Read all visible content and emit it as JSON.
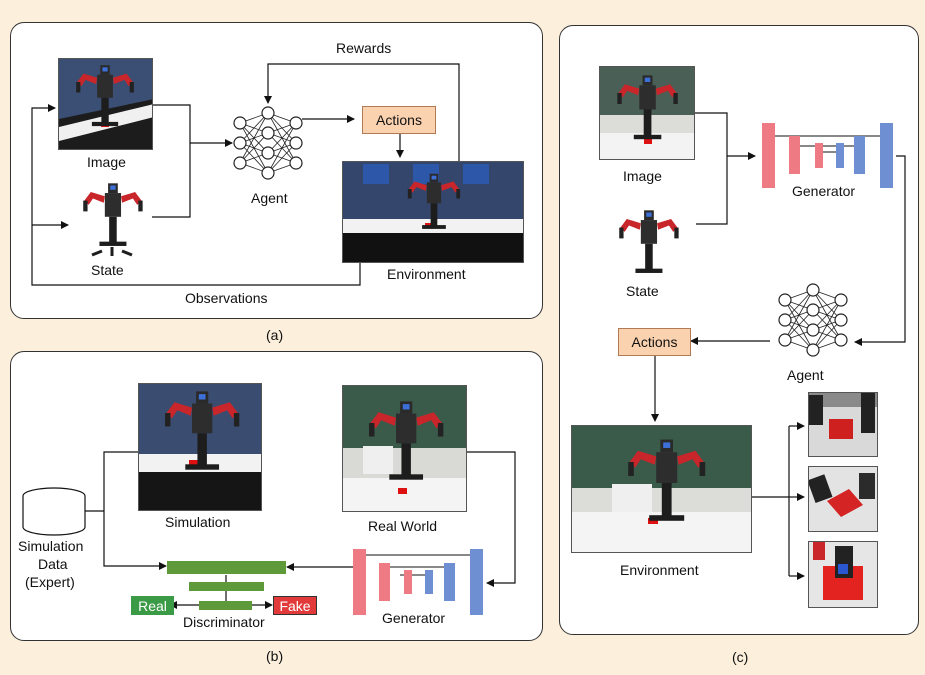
{
  "panel_a": {
    "caption": "(a)",
    "image_label": "Image",
    "state_label": "State",
    "agent_label": "Agent",
    "actions_label": "Actions",
    "environment_label": "Environment",
    "rewards_label": "Rewards",
    "observations_label": "Observations"
  },
  "panel_b": {
    "caption": "(b)",
    "simulation_label": "Simulation",
    "real_world_label": "Real World",
    "data_label_line1": "Simulation",
    "data_label_line2": "Data",
    "data_label_line3": "(Expert)",
    "discriminator_label": "Discriminator",
    "generator_label": "Generator",
    "real_label": "Real",
    "fake_label": "Fake"
  },
  "panel_c": {
    "caption": "(c)",
    "image_label": "Image",
    "state_label": "State",
    "generator_label": "Generator",
    "agent_label": "Agent",
    "actions_label": "Actions",
    "environment_label": "Environment"
  },
  "colors": {
    "background": "#fcefdc",
    "actions_box": "#fbd2b0",
    "generator_red": "#ee7b84",
    "generator_blue": "#6f8fd3",
    "discriminator_green": "#5f9a3a",
    "real_green": "#3a9a45",
    "fake_red": "#e23a3a"
  }
}
